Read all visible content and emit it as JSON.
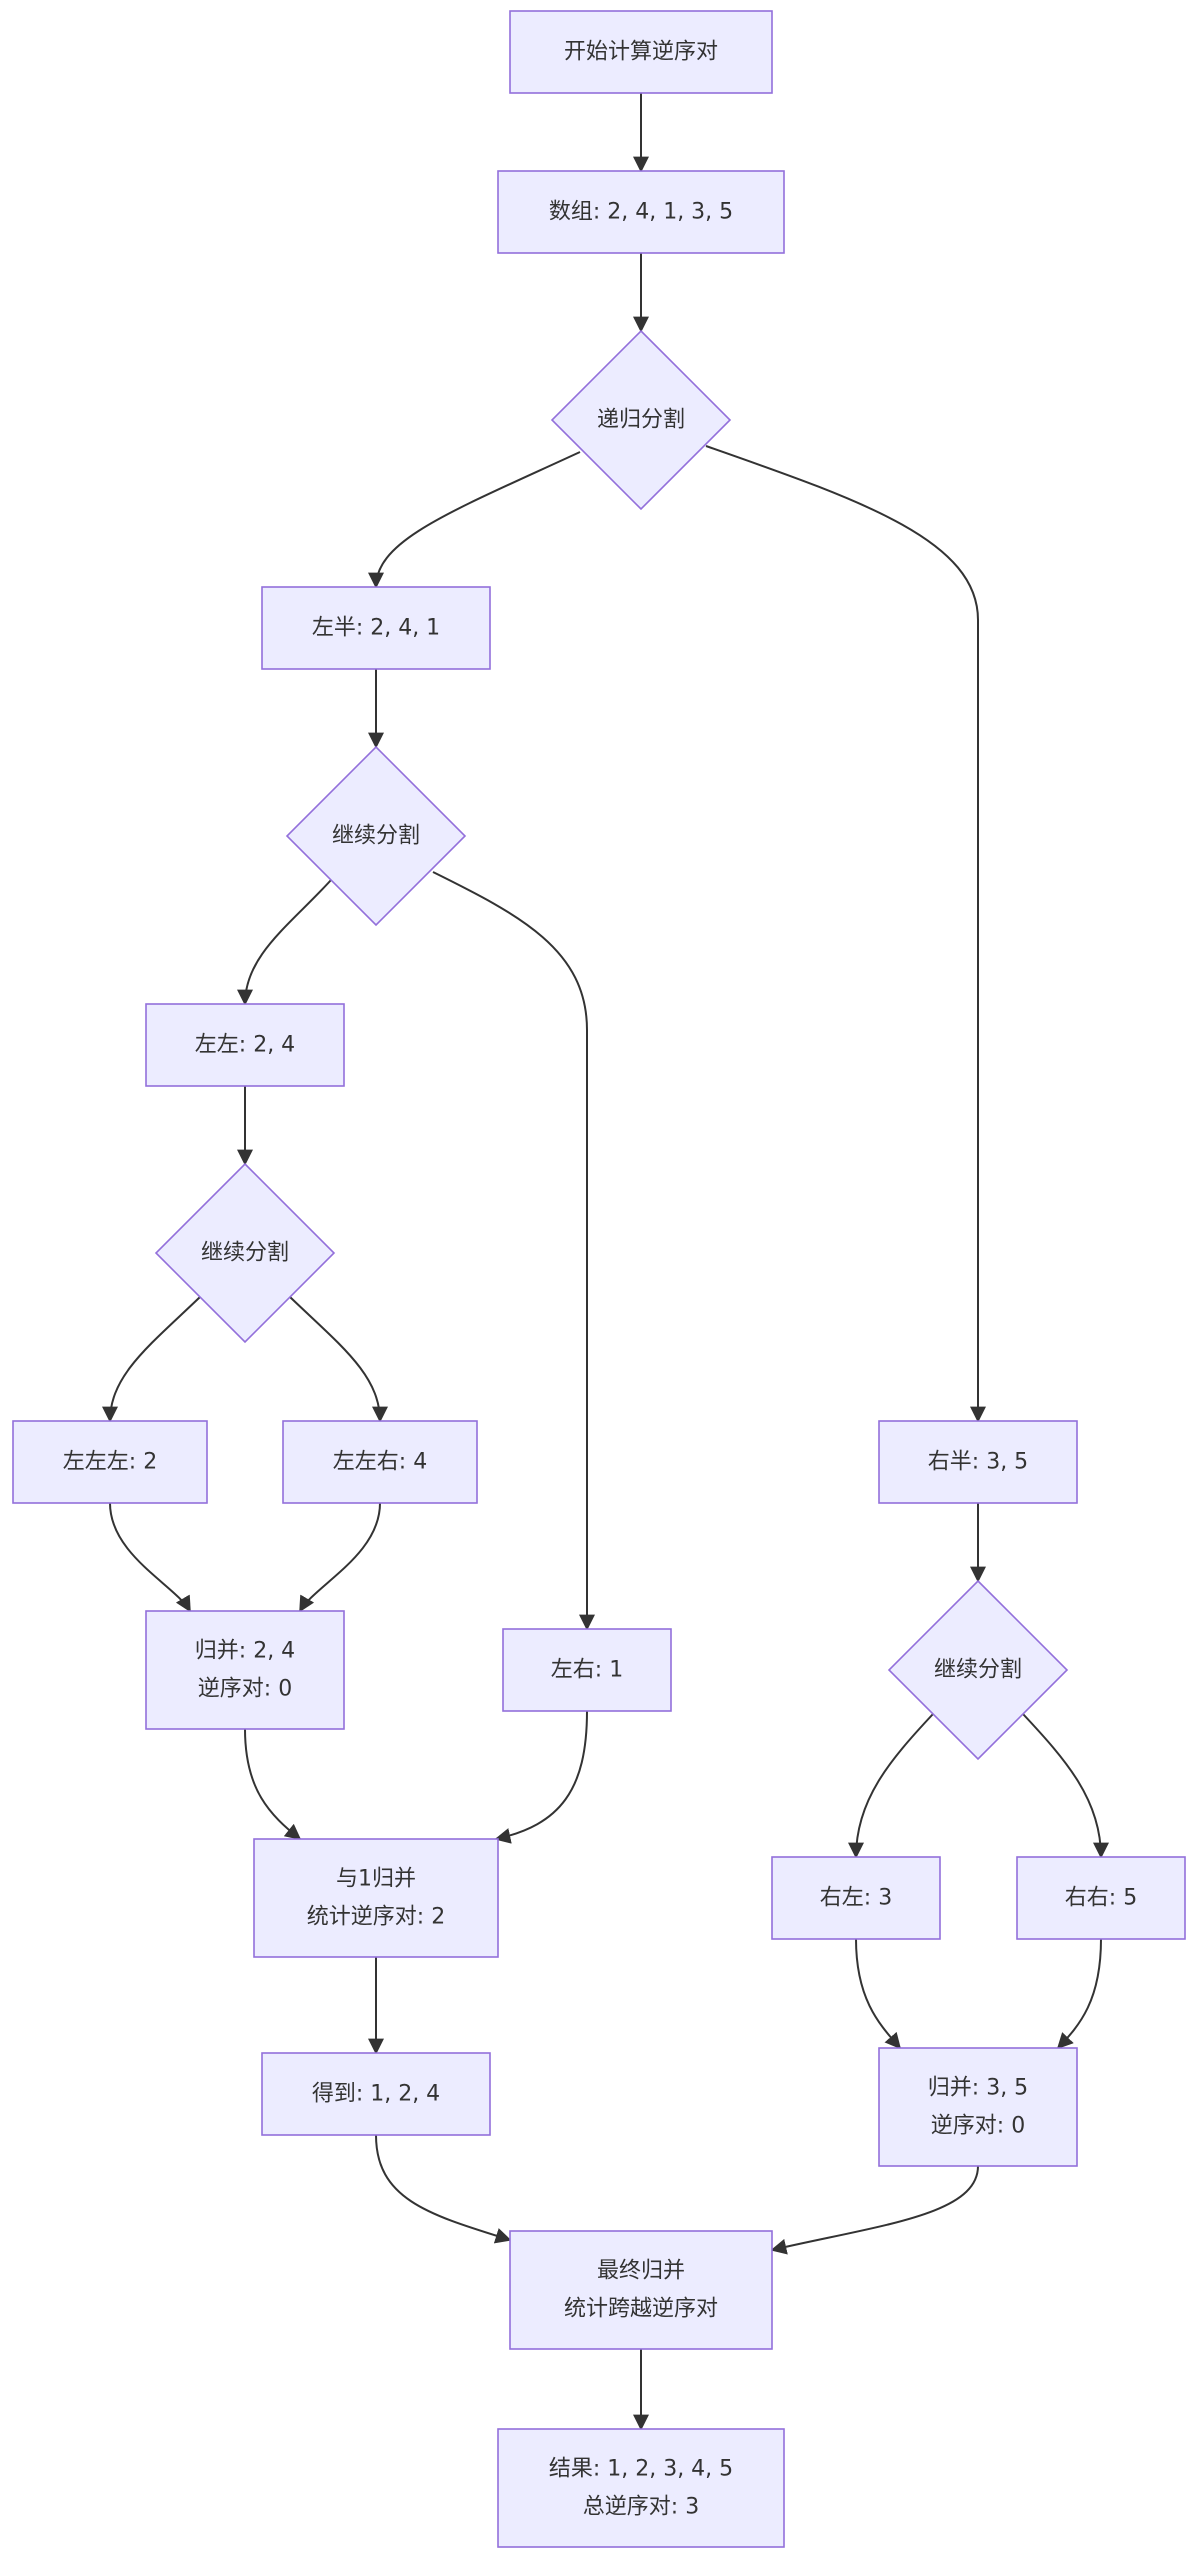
{
  "diagram": {
    "nodes": [
      {
        "id": "start",
        "shape": "rect",
        "lines": [
          "开始计算逆序对"
        ]
      },
      {
        "id": "array",
        "shape": "rect",
        "lines": [
          "数组: 2, 4, 1, 3, 5"
        ]
      },
      {
        "id": "split1",
        "shape": "diamond",
        "lines": [
          "递归分割"
        ]
      },
      {
        "id": "left_half",
        "shape": "rect",
        "lines": [
          "左半: 2, 4, 1"
        ]
      },
      {
        "id": "split2",
        "shape": "diamond",
        "lines": [
          "继续分割"
        ]
      },
      {
        "id": "left_left",
        "shape": "rect",
        "lines": [
          "左左: 2, 4"
        ]
      },
      {
        "id": "split3",
        "shape": "diamond",
        "lines": [
          "继续分割"
        ]
      },
      {
        "id": "lll",
        "shape": "rect",
        "lines": [
          "左左左: 2"
        ]
      },
      {
        "id": "llr",
        "shape": "rect",
        "lines": [
          "左左右: 4"
        ]
      },
      {
        "id": "merge1",
        "shape": "rect",
        "lines": [
          "归并: 2, 4",
          "逆序对: 0"
        ]
      },
      {
        "id": "left_right",
        "shape": "rect",
        "lines": [
          "左右: 1"
        ]
      },
      {
        "id": "merge2",
        "shape": "rect",
        "lines": [
          "与1归并",
          "统计逆序对: 2"
        ]
      },
      {
        "id": "got",
        "shape": "rect",
        "lines": [
          "得到: 1, 2, 4"
        ]
      },
      {
        "id": "right_half",
        "shape": "rect",
        "lines": [
          "右半: 3, 5"
        ]
      },
      {
        "id": "split4",
        "shape": "diamond",
        "lines": [
          "继续分割"
        ]
      },
      {
        "id": "right_left",
        "shape": "rect",
        "lines": [
          "右左: 3"
        ]
      },
      {
        "id": "right_right",
        "shape": "rect",
        "lines": [
          "右右: 5"
        ]
      },
      {
        "id": "merge3",
        "shape": "rect",
        "lines": [
          "归并: 3, 5",
          "逆序对: 0"
        ]
      },
      {
        "id": "final_merge",
        "shape": "rect",
        "lines": [
          "最终归并",
          "统计跨越逆序对"
        ]
      },
      {
        "id": "result",
        "shape": "rect",
        "lines": [
          "结果: 1, 2, 3, 4, 5",
          "总逆序对: 3"
        ]
      }
    ],
    "edges": [
      {
        "from": "start",
        "to": "array"
      },
      {
        "from": "array",
        "to": "split1"
      },
      {
        "from": "split1",
        "to": "left_half"
      },
      {
        "from": "split1",
        "to": "right_half"
      },
      {
        "from": "left_half",
        "to": "split2"
      },
      {
        "from": "split2",
        "to": "left_left"
      },
      {
        "from": "split2",
        "to": "left_right"
      },
      {
        "from": "left_left",
        "to": "split3"
      },
      {
        "from": "split3",
        "to": "lll"
      },
      {
        "from": "split3",
        "to": "llr"
      },
      {
        "from": "lll",
        "to": "merge1"
      },
      {
        "from": "llr",
        "to": "merge1"
      },
      {
        "from": "merge1",
        "to": "merge2"
      },
      {
        "from": "left_right",
        "to": "merge2"
      },
      {
        "from": "merge2",
        "to": "got"
      },
      {
        "from": "got",
        "to": "final_merge"
      },
      {
        "from": "right_half",
        "to": "split4"
      },
      {
        "from": "split4",
        "to": "right_left"
      },
      {
        "from": "split4",
        "to": "right_right"
      },
      {
        "from": "right_left",
        "to": "merge3"
      },
      {
        "from": "right_right",
        "to": "merge3"
      },
      {
        "from": "merge3",
        "to": "final_merge"
      },
      {
        "from": "final_merge",
        "to": "result"
      }
    ]
  },
  "colors": {
    "node_fill": "#ececff",
    "node_stroke": "#9370db",
    "edge": "#333333",
    "text": "#333333"
  }
}
